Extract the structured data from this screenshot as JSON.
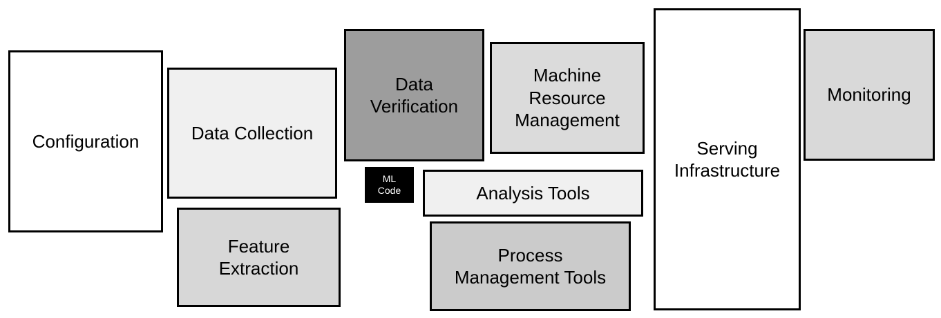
{
  "diagram": {
    "border_color": "#000000",
    "boxes": {
      "configuration": {
        "label": "Configuration",
        "fill": "#ffffff",
        "text_color": "#000000"
      },
      "data_collection": {
        "label": "Data Collection",
        "fill": "#f0f0f0",
        "text_color": "#000000"
      },
      "feature_extraction": {
        "label": "Feature\nExtraction",
        "fill": "#d7d7d7",
        "text_color": "#000000"
      },
      "data_verification": {
        "label": "Data\nVerification",
        "fill": "#9d9d9d",
        "text_color": "#000000"
      },
      "ml_code": {
        "label": "ML\nCode",
        "fill": "#000000",
        "text_color": "#ffffff"
      },
      "machine_resource_management": {
        "label": "Machine\nResource\nManagement",
        "fill": "#dbdbdb",
        "text_color": "#000000"
      },
      "analysis_tools": {
        "label": "Analysis Tools",
        "fill": "#f0f0f0",
        "text_color": "#000000"
      },
      "process_management_tools": {
        "label": "Process\nManagement Tools",
        "fill": "#cbcbcb",
        "text_color": "#000000"
      },
      "serving_infrastructure": {
        "label": "Serving\nInfrastructure",
        "fill": "#ffffff",
        "text_color": "#000000"
      },
      "monitoring": {
        "label": "Monitoring",
        "fill": "#d9d9d9",
        "text_color": "#000000"
      }
    }
  }
}
